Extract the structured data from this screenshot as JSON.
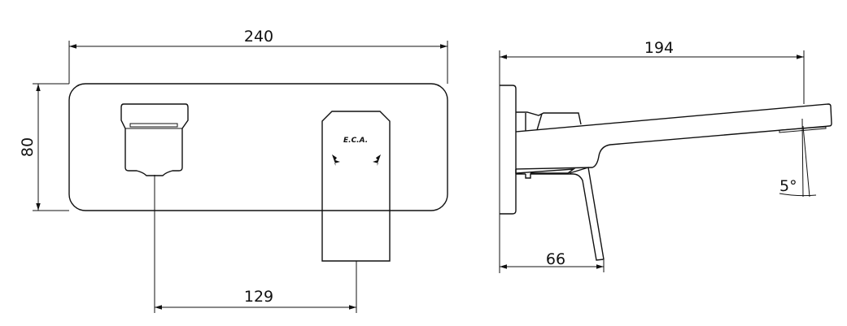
{
  "drawing": {
    "front_view": {
      "dimensions": {
        "width": "240",
        "height": "80",
        "center_distance": "129"
      },
      "brand_logo": "E.C.A."
    },
    "side_view": {
      "dimensions": {
        "projection": "194",
        "lever_depth": "66",
        "angle": "5°"
      }
    }
  }
}
